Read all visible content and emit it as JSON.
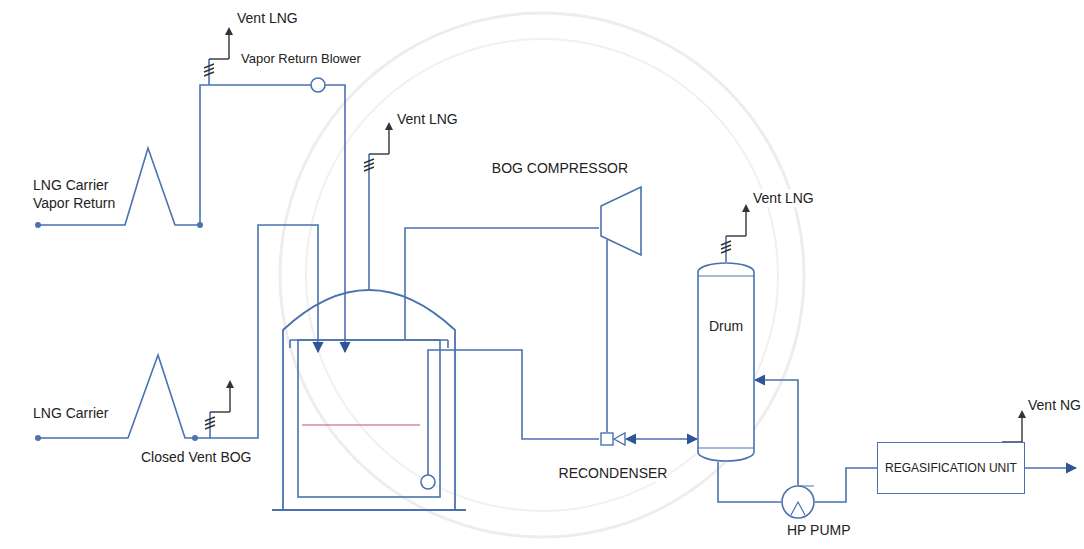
{
  "diagram": {
    "nodes": [
      {
        "text": [
          "BOG COMPRESSOR"
        ]
      },
      {
        "text": [
          "RECONDENSER"
        ]
      },
      {
        "text": [
          "Drum"
        ]
      },
      {
        "text": [
          "HP PUMP"
        ]
      },
      {
        "text": [
          "REGASIFICATION UNIT"
        ]
      }
    ],
    "edges": [
      {
        "from": 0,
        "to": 1,
        "arrow": "none"
      },
      {
        "from": 1,
        "to": 2,
        "arrow": "both"
      },
      {
        "from": 2,
        "to": 3,
        "arrow": "none"
      },
      {
        "from": 3,
        "to": 2,
        "arrow": "to"
      },
      {
        "from": 3,
        "to": 4,
        "arrow": "none"
      }
    ],
    "labels": [
      "Vent LNG",
      "Vapor Return Blower",
      "LNG Carrier Vapor Return",
      "Vent LNG",
      "LNG Carrier",
      "Closed Vent BOG",
      "Vent LNG",
      "Vent NG"
    ]
  }
}
